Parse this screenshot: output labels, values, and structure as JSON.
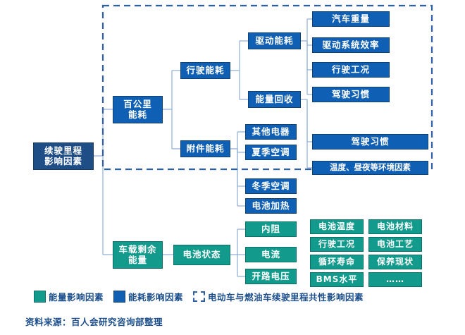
{
  "diagram": {
    "root": {
      "label": "续驶里程\n影响因素"
    },
    "level1": [
      {
        "id": "per100km",
        "label": "百公里\n能耗"
      },
      {
        "id": "onboard_remaining",
        "label": "车载剩余\n能量"
      }
    ],
    "level2": [
      {
        "id": "driving_consumption",
        "label": "行驶能耗"
      },
      {
        "id": "accessory_consumption",
        "label": "附件能耗"
      },
      {
        "id": "battery_state",
        "label": "电池状态"
      }
    ],
    "level3": [
      {
        "id": "drive_energy",
        "label": "驱动能耗"
      },
      {
        "id": "energy_recovery",
        "label": "能量回收"
      },
      {
        "id": "other_electric",
        "label": "其他电器"
      },
      {
        "id": "summer_ac",
        "label": "夏季空调"
      },
      {
        "id": "winter_ac",
        "label": "冬季空调"
      },
      {
        "id": "battery_heating",
        "label": "电池加热"
      },
      {
        "id": "internal_resistance",
        "label": "内阻"
      },
      {
        "id": "current",
        "label": "电流"
      },
      {
        "id": "open_circuit_voltage",
        "label": "开路电压"
      }
    ],
    "level4_drive": [
      {
        "id": "vehicle_weight",
        "label": "汽车重量"
      },
      {
        "id": "drive_system_efficiency",
        "label": "驱动系统效率"
      },
      {
        "id": "driving_condition",
        "label": "行驶工况"
      },
      {
        "id": "driving_habit",
        "label": "驾驶习惯"
      }
    ],
    "recovery_factors": [
      {
        "id": "driving_habit_recovery",
        "label": "驾驶习惯"
      },
      {
        "id": "environment_factors",
        "label": "温度、昼夜等环境因素"
      }
    ],
    "battery_state_grid": [
      {
        "id": "battery_temperature",
        "label": "电池温度"
      },
      {
        "id": "battery_material",
        "label": "电池材料"
      },
      {
        "id": "driving_condition_batt",
        "label": "行驶工况"
      },
      {
        "id": "battery_process",
        "label": "电池工艺"
      },
      {
        "id": "cycle_life",
        "label": "循环寿命"
      },
      {
        "id": "maintenance_status",
        "label": "保养现状"
      },
      {
        "id": "bms_level",
        "label": "BMS水平"
      },
      {
        "id": "ellipsis",
        "label": "……"
      }
    ]
  },
  "legend": {
    "items": [
      {
        "id": "energy-influence",
        "label": "能量影响因素",
        "swatch": "teal",
        "color": "#129a8d"
      },
      {
        "id": "consumption-influence",
        "label": "能耗影响因素",
        "swatch": "blue",
        "color": "#0f60b4"
      },
      {
        "id": "common-influence",
        "label": "电动车与燃油车续驶里程共性影响因素",
        "swatch": "dashed",
        "color": "#2f5fa8"
      }
    ]
  },
  "source": {
    "text": "资料来源：百人会研究咨询部整理"
  },
  "colors": {
    "blue": "#0f60b4",
    "navy": "#1f4e87",
    "teal": "#129a8d",
    "line": "#8faed4",
    "dashed_frame": "#2f5fa8",
    "text_blue": "#1c4f8c"
  }
}
